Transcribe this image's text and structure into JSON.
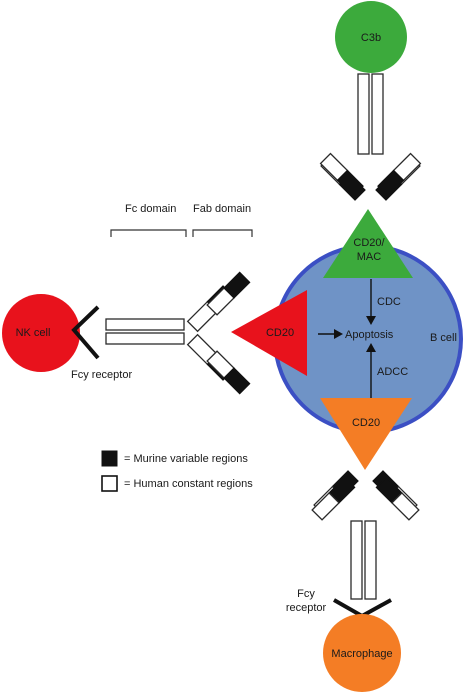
{
  "colors": {
    "b_cell_fill": "#6f93c6",
    "b_cell_stroke": "#3b4fc4",
    "nk_cell": "#e8121c",
    "c3b": "#3caa3c",
    "cd20_mac": "#3caa3c",
    "cd20_left": "#e8121c",
    "cd20_bottom": "#f47d25",
    "macrophage": "#f47d25",
    "murine_region": "#111111",
    "human_region": "#ffffff"
  },
  "labels": {
    "c3b": "C3b",
    "cd20_mac_line1": "CD20/",
    "cd20_mac_line2": "MAC",
    "cd20_left": "CD20",
    "cd20_bottom": "CD20",
    "nk_cell": "NK cell",
    "fcy_receptor_left": "Fcy receptor",
    "fc_domain": "Fc domain",
    "fab_domain": "Fab domain",
    "apoptosis": "Apoptosis",
    "b_cell": "B cell",
    "cdc": "CDC",
    "adcc": "ADCC",
    "fcy_receptor_bottom_line1": "Fcy",
    "fcy_receptor_bottom_line2": "receptor",
    "macrophage": "Macrophage"
  },
  "legend": {
    "murine": "= Murine variable regions",
    "human": "= Human constant regions"
  }
}
